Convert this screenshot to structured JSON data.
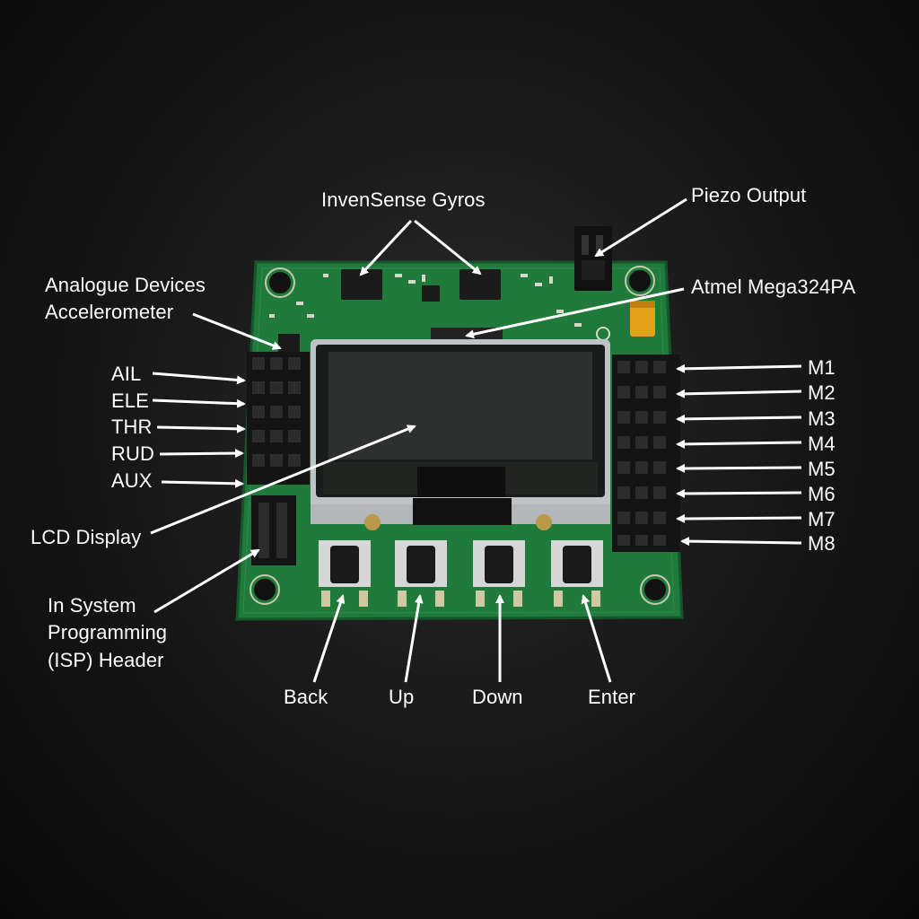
{
  "colors": {
    "background": "#141414",
    "pcb": "#1e7a3a",
    "pcb_edge": "#145c2a",
    "lcd_frame": "#bfc3c5",
    "lcd_screen": "#2d302e",
    "header_pins": "#151515",
    "arrow": "#ffffff",
    "text": "#ffffff",
    "capacitor": "#e3a21a"
  },
  "labels": {
    "gyros": "InvenSense Gyros",
    "piezo": "Piezo Output",
    "accel_line1": "Analogue Devices",
    "accel_line2": "Accelerometer",
    "atmel": "Atmel Mega324PA",
    "lcd": "LCD Display",
    "isp_line1": "In System",
    "isp_line2": "Programming",
    "isp_line3": "(ISP) Header"
  },
  "inputs": [
    "AIL",
    "ELE",
    "THR",
    "RUD",
    "AUX"
  ],
  "motors": [
    "M1",
    "M2",
    "M3",
    "M4",
    "M5",
    "M6",
    "M7",
    "M8"
  ],
  "buttons": [
    "Back",
    "Up",
    "Down",
    "Enter"
  ]
}
